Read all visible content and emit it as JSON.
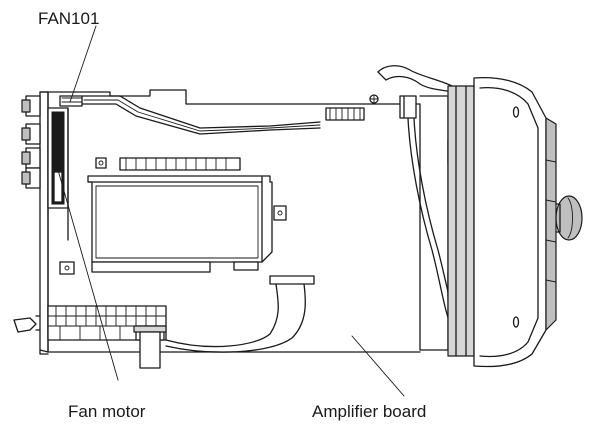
{
  "labels": {
    "fan101": "FAN101",
    "fan_motor": "Fan motor",
    "amplifier_board": "Amplifier board"
  }
}
